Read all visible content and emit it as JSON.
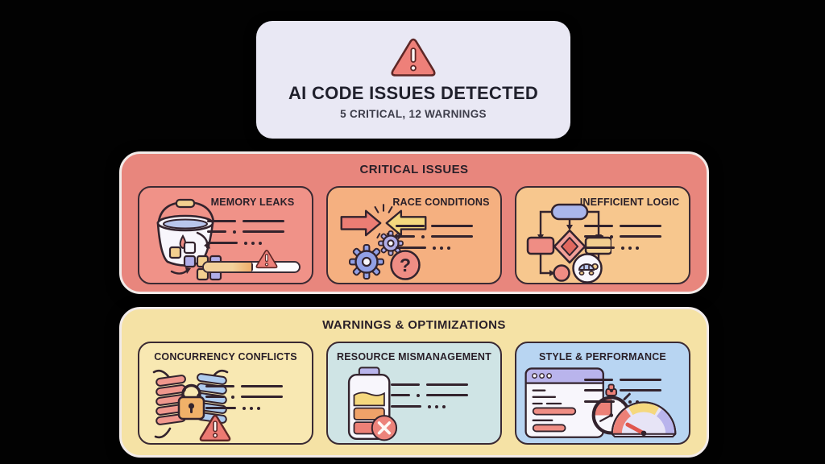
{
  "header": {
    "icon": "warning-triangle",
    "title": "AI CODE ISSUES DETECTED",
    "subtitle": "5 CRITICAL, 12 WARNINGS",
    "bg": "#e9e8f4"
  },
  "sections": [
    {
      "id": "critical",
      "title": "CRITICAL ISSUES",
      "bg": "#e8867d",
      "cards": [
        {
          "title": "MEMORY LEAKS",
          "bg": "#f09288",
          "icon": "leaking-bucket",
          "extras": [
            "progress-bar",
            "warning-triangle"
          ]
        },
        {
          "title": "RACE CONDITIONS",
          "bg": "#f5b080",
          "icon": "colliding-arrows",
          "extras": [
            "gears",
            "question-circle"
          ]
        },
        {
          "title": "INEFFICIENT LOGIC",
          "bg": "#f7c78e",
          "icon": "flowchart",
          "extras": [
            "turtle-circle"
          ]
        }
      ]
    },
    {
      "id": "warnings",
      "title": "WARNINGS & OPTIMIZATIONS",
      "bg": "#f5e2a5",
      "cards": [
        {
          "title": "CONCURRENCY CONFLICTS",
          "bg": "#f8e8b2",
          "icon": "tangled-threads-padlock",
          "extras": [
            "warning-triangle"
          ]
        },
        {
          "title": "RESOURCE MISMANAGEMENT",
          "bg": "#cfe4e5",
          "icon": "battery",
          "extras": [
            "error-x-circle"
          ]
        },
        {
          "title": "STYLE & PERFORMANCE",
          "bg": "#b8d5f2",
          "icon": "code-window-stopwatch",
          "extras": [
            "speed-gauge"
          ]
        }
      ]
    }
  ],
  "colors": {
    "canvas": "#020202",
    "outline": "#3a2a33",
    "salmon": "#ee8279",
    "deep_red": "#e0564e",
    "orange": "#f0b169",
    "tan": "#f3cf8f",
    "yellow": "#f5d87e",
    "lavender": "#b0aee8",
    "periwinkle": "#aab6ec",
    "light_blue": "#aecbee",
    "paper_white": "#f8f6fc",
    "section_border": "#f2ebe9"
  }
}
